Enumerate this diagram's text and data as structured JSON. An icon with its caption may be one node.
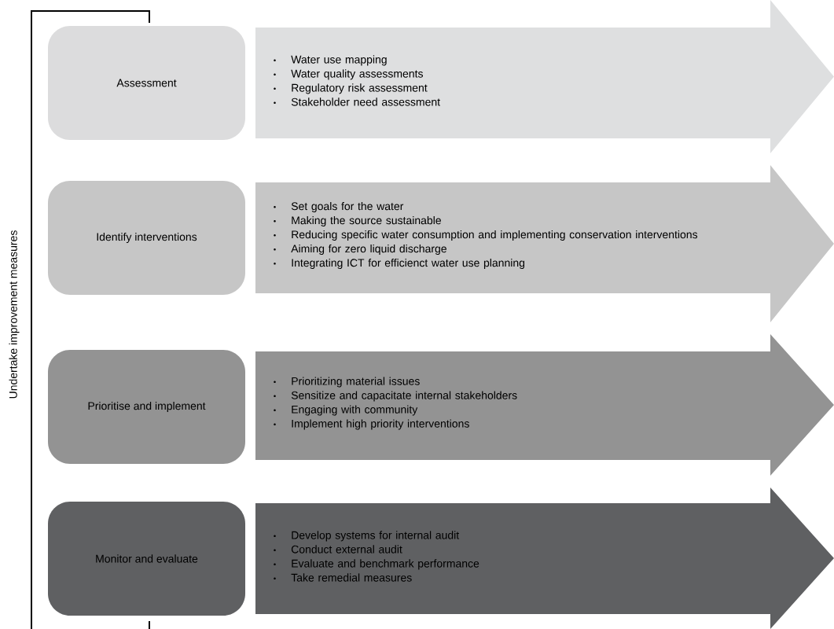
{
  "diagram": {
    "nodes": [
      {
        "text": [
          "Assessment"
        ]
      },
      {
        "text": [
          "Water use mapping",
          "Water quality assessments",
          "Regulatory risk assessment",
          "Stakeholder need assessment"
        ]
      },
      {
        "text": [
          "Identify interventions"
        ]
      },
      {
        "text": [
          "Set goals for the water",
          "Making the source sustainable",
          "Reducing specific water consumption and implementing conservation interventions",
          "Aiming for zero liquid discharge",
          "Integrating ICT for efficienct water use planning"
        ]
      },
      {
        "text": [
          "Prioritise and implement"
        ]
      },
      {
        "text": [
          "Prioritizing material issues",
          "Sensitize and capacitate internal stakeholders",
          "Engaging with community",
          "Implement high priority interventions"
        ]
      },
      {
        "text": [
          "Monitor and evaluate"
        ]
      },
      {
        "text": [
          "Develop systems for internal audit",
          "Conduct external audit",
          "Evaluate and benchmark performance",
          "Take remedial measures"
        ]
      }
    ],
    "labels": [
      "Undertake improvement measures"
    ]
  }
}
